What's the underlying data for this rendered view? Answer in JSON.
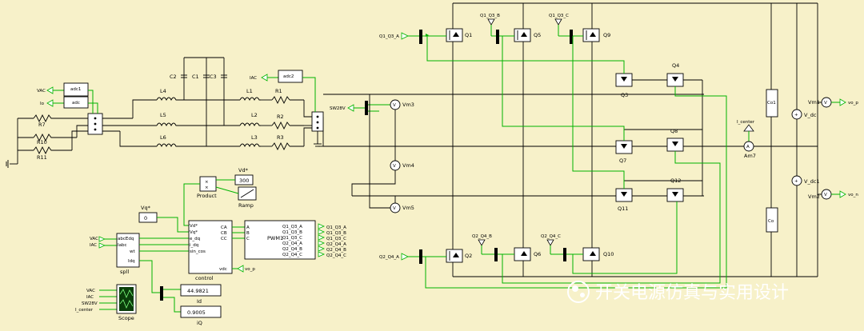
{
  "labels": {
    "Q1_Q3_A_in": "Q1_Q3_A",
    "Q1_Q3_B_in": "Q1_Q3_B",
    "Q1_Q3_C_in": "Q1_Q3_C",
    "Q2_Q4_A_in": "Q2_Q4_A",
    "Q2_Q4_B_in": "Q2_Q4_B",
    "Q2_Q4_C_in": "Q2_Q4_C",
    "Q1": "Q1",
    "Q2": "Q2",
    "Q3": "Q3",
    "Q4": "Q4",
    "Q5": "Q5",
    "Q6": "Q6",
    "Q7": "Q7",
    "Q8": "Q8",
    "Q9": "Q9",
    "Q10": "Q10",
    "Q11": "Q11",
    "Q12": "Q12",
    "C1": "C1",
    "C2": "C2",
    "C3": "C3",
    "L1": "L1",
    "L2": "L2",
    "L3": "L3",
    "L4": "L4",
    "L5": "L5",
    "L6": "L6",
    "R1": "R1",
    "R2": "R2",
    "R3": "R3",
    "R7": "R7",
    "R10": "R10",
    "R11": "R11",
    "VAC": "VAC",
    "Io": "Io",
    "IAC": "IAC",
    "SW28V": "SW28V",
    "adc1": "adc1",
    "adc": "adc",
    "adc2": "adc2",
    "Vm3": "Vm3",
    "Vm4": "Vm4",
    "Vm5": "Vm5",
    "Vm1": "Vm1",
    "Vm2": "Vm2",
    "V_dc": "V_dc",
    "V_dc1": "V_dc1",
    "Co1": "Co1",
    "Co": "Co",
    "I_center_top": "I_center",
    "Am7": "Am7",
    "vo_p": "vo_p",
    "vo_n": "vo_n",
    "Vd_star": "Vd*",
    "Vd_val": "300",
    "Product": "Product",
    "Ramp": "Ramp",
    "Vq_star": "Vq*",
    "Vq_val": "0",
    "spll": "spll",
    "control": "control",
    "PWM1": "PWM1",
    "pll_abc": "abcEdq",
    "pll_iabc": "Iabc",
    "pll_wt": "wt",
    "pll_idq": "Idq",
    "ctl_vd": "Vd*",
    "ctl_vq": "Vq*",
    "ctl_edq": "e_dq",
    "ctl_idq": "i_dq",
    "ctl_sincos": "sin_cos",
    "ctl_ca": "CA",
    "ctl_cb": "CB",
    "ctl_cc": "CC",
    "ctl_vdc": "vdc",
    "ctl_vop": "vo_p",
    "pwm_a": "A",
    "pwm_b": "B",
    "pwm_c": "C",
    "pwm_o1": "Q1_Q3_A",
    "pwm_o2": "Q1_Q3_B",
    "pwm_o3": "Q1_Q3_C",
    "pwm_o4": "Q2_Q4_A",
    "pwm_o5": "Q2_Q4_B",
    "pwm_o6": "Q2_Q4_C",
    "sc_vac": "VAC",
    "sc_iac": "IAC",
    "sc_sw": "SW28V",
    "sc_ic": "I_center",
    "Scope": "Scope",
    "Id_val": "44.9821",
    "Id": "Id",
    "iQ_val": "0.9005",
    "iQ": "iQ"
  },
  "watermark": "开关电源仿真与实用设计",
  "colors": {
    "background": "#f7f1c9",
    "signal_wire": "#00b400",
    "power_wire": "#000000"
  }
}
